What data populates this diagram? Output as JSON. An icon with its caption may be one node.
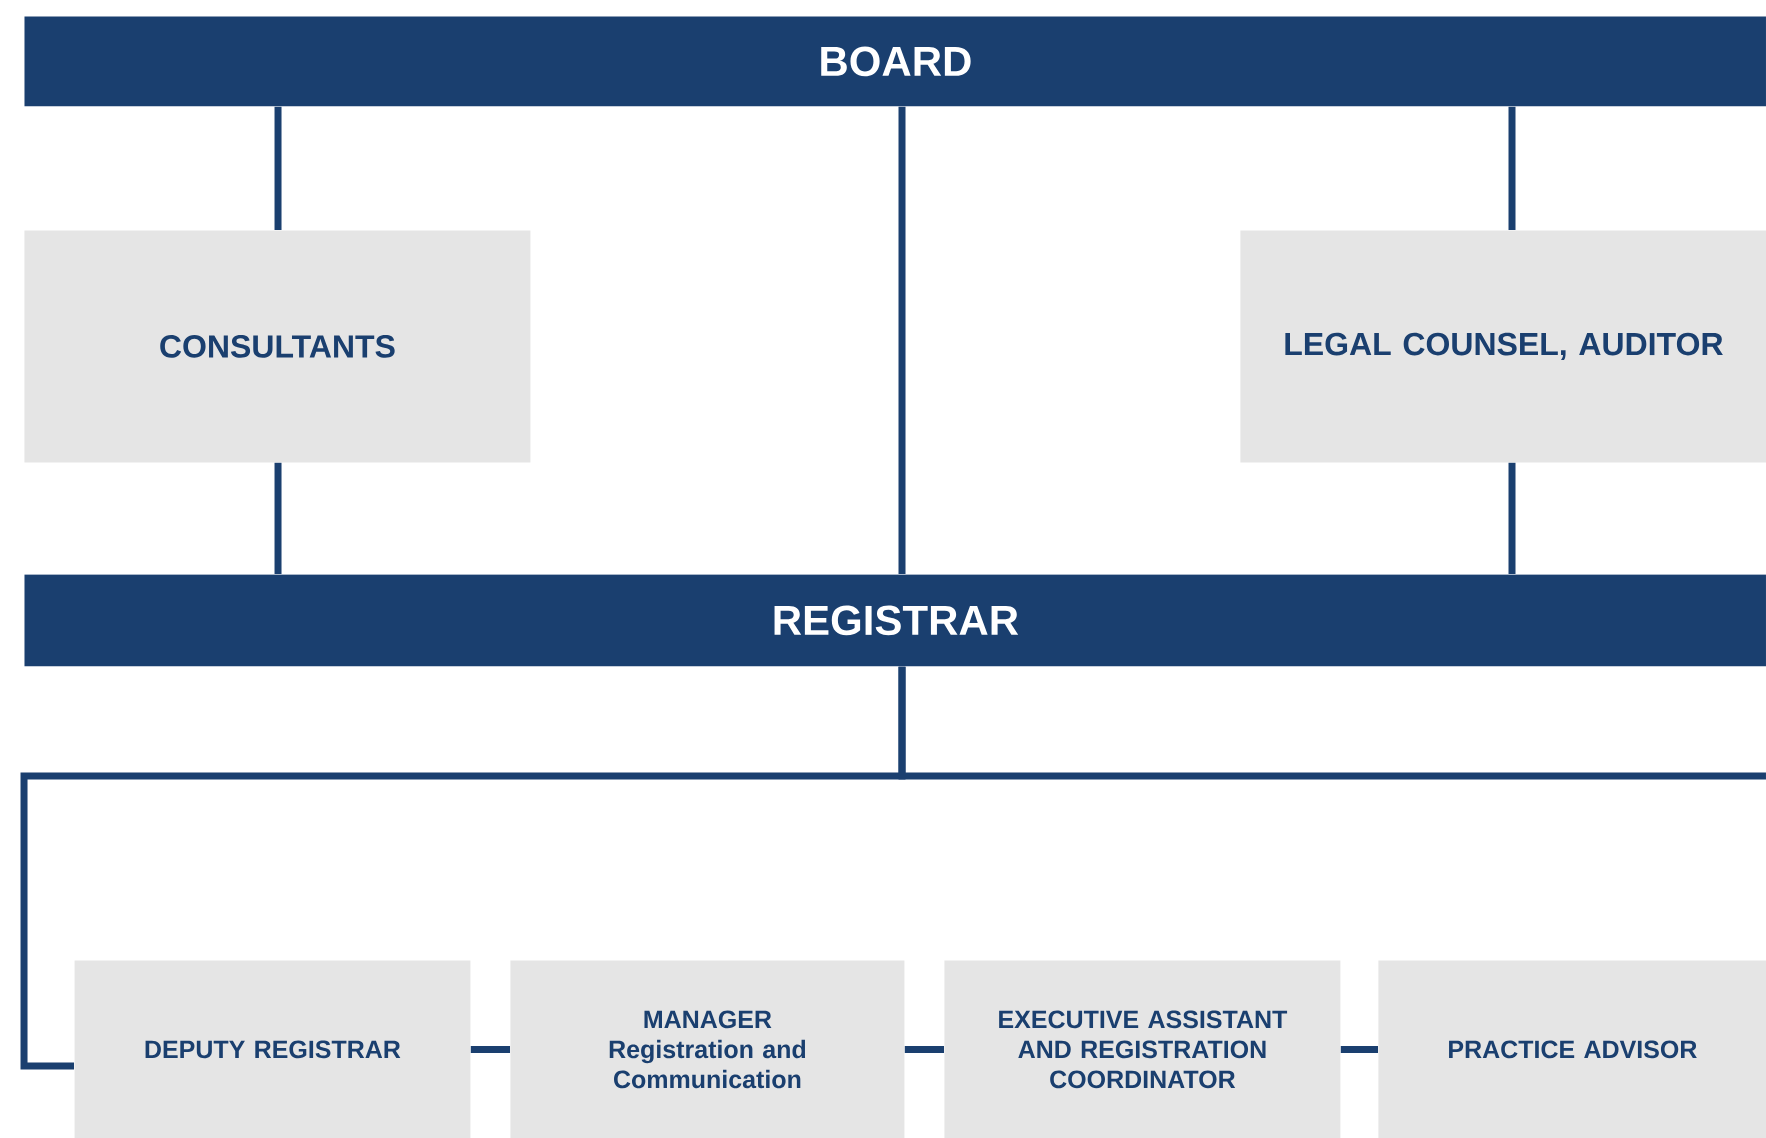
{
  "diagram": {
    "nodes": [
      {
        "text": [
          "BOARD"
        ]
      },
      {
        "text": [
          "CONSULTANTS"
        ]
      },
      {
        "text": [
          "LEGAL COUNSEL, AUDITOR"
        ]
      },
      {
        "text": [
          "REGISTRAR"
        ]
      },
      {
        "text": [
          "DEPUTY REGISTRAR"
        ]
      },
      {
        "text": [
          "MANAGER",
          "Registration and Communication"
        ]
      },
      {
        "text": [
          "EXECUTIVE ASSISTANT AND REGISTRATION COORDINATOR"
        ]
      },
      {
        "text": [
          "PRACTICE ADVISOR"
        ]
      }
    ],
    "edges": [
      {
        "from": 0,
        "to": 1,
        "arrow": "none"
      },
      {
        "from": 1,
        "to": 3,
        "arrow": "none"
      },
      {
        "from": 0,
        "to": 3,
        "arrow": "none"
      },
      {
        "from": 0,
        "to": 2,
        "arrow": "none"
      },
      {
        "from": 2,
        "to": 3,
        "arrow": "none"
      },
      {
        "from": 3,
        "to": 4,
        "arrow": "none"
      },
      {
        "from": 3,
        "to": null,
        "arrow": "none"
      },
      {
        "from": 4,
        "to": 5,
        "arrow": "none"
      },
      {
        "from": 5,
        "to": 6,
        "arrow": "none"
      },
      {
        "from": 6,
        "to": 7,
        "arrow": "none"
      }
    ]
  }
}
